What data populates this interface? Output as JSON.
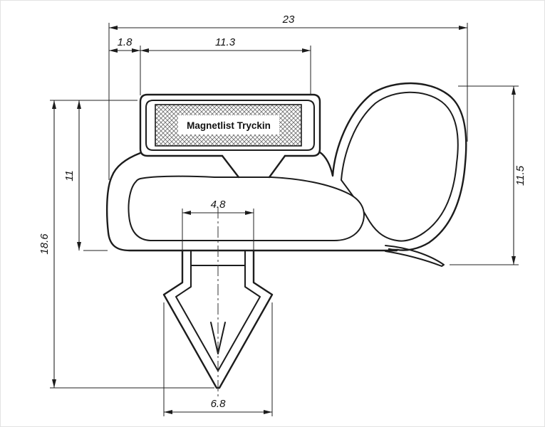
{
  "magnet_label": "Magnetlist Tryckin",
  "dims": {
    "overall_width": "23",
    "magnet_offset": "1.8",
    "magnet_width": "11.3",
    "flange_height": "11",
    "overall_height": "18.6",
    "bulb_height": "11.5",
    "dart_neck_width": "4.8",
    "dart_barb_width": "6.8"
  },
  "colors": {
    "line": "#1c1c1c",
    "background": "#ffffff",
    "hatch": "#6e6e6e"
  }
}
